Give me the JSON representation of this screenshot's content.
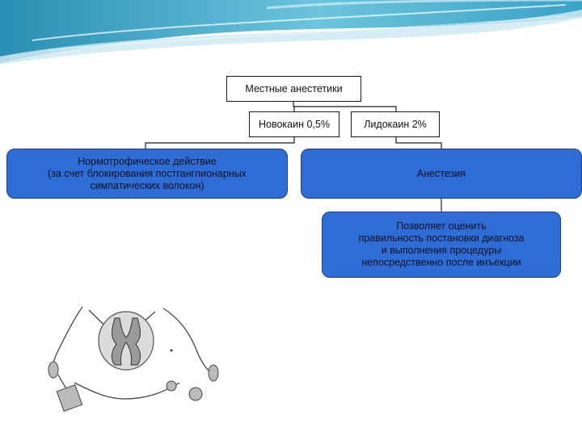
{
  "diagram": {
    "root": "Местные анестетики",
    "novocaine": "Новокаин 0,5%",
    "lidocaine": "Лидокаин 2%",
    "normotrophic": "Нормотрофическое действие\n(за счет блокирования постганглионарных\nсимпатических волокон)",
    "anesthesia": "Анестезия",
    "allows": "Позволяет оценить\nправильность постановки диагноза\nи выполнения процедуры\nнепосредственно после инъекции"
  },
  "colors": {
    "box_blue": "#2f6dd6",
    "header_teal": "#5fb9d3",
    "header_light": "#cfeaf3"
  },
  "icons": [
    "spinal-cord-cross-section-illustration"
  ]
}
